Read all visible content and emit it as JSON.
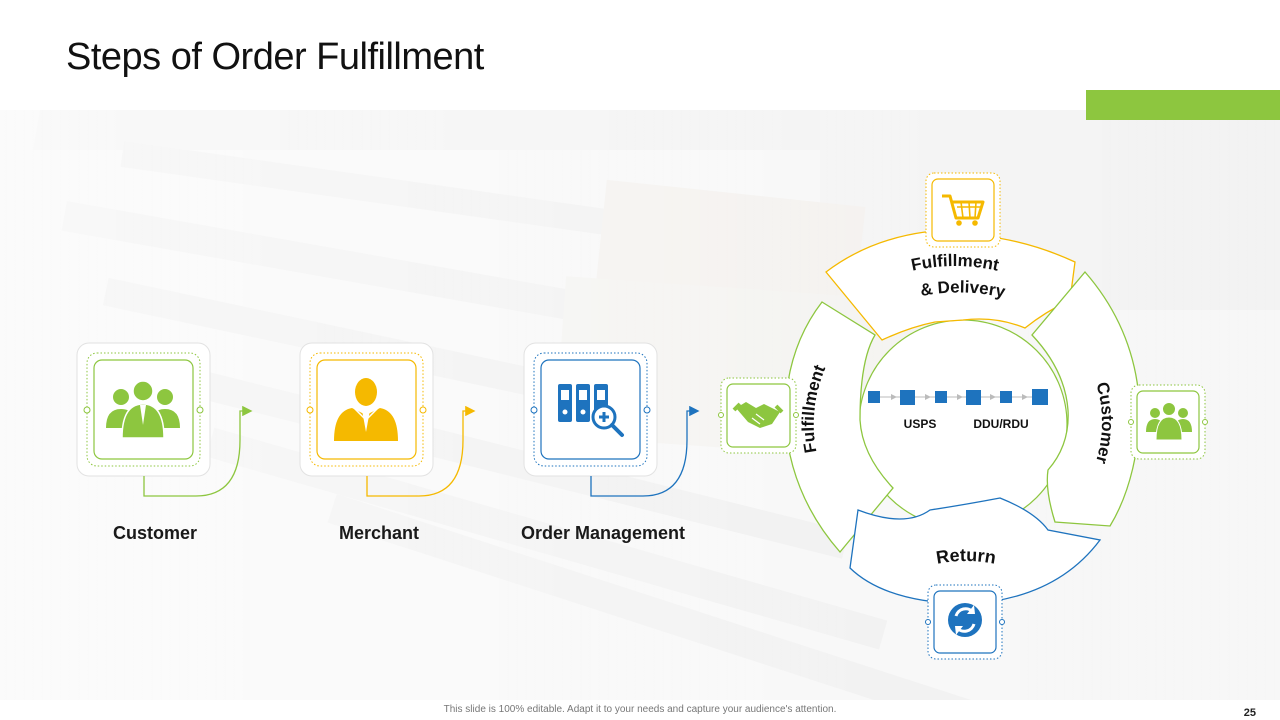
{
  "slide": {
    "title": "Steps of Order Fulfillment",
    "footer": "This slide is 100% editable. Adapt it to your needs and capture your audience's attention.",
    "page_number": "25",
    "accent_color": "#8DC63F"
  },
  "colors": {
    "green": "#8DC63F",
    "yellow": "#F5B900",
    "blue": "#1E73BE",
    "flow_box": "#1E73BE"
  },
  "steps": [
    {
      "label": "Customer",
      "icon": "customer-group-icon",
      "color": "#8DC63F"
    },
    {
      "label": "Merchant",
      "icon": "merchant-person-icon",
      "color": "#F5B900"
    },
    {
      "label": "Order Management",
      "icon": "binders-search-icon",
      "color": "#1E73BE"
    }
  ],
  "cycle": {
    "segments": [
      {
        "label": "Fulfillment",
        "color": "#8DC63F"
      },
      {
        "label_line1": "Fulfillment",
        "label_line2": "& Delivery",
        "color": "#F5B900"
      },
      {
        "label": "Customer",
        "color": "#8DC63F"
      },
      {
        "label": "Return",
        "color": "#1E73BE"
      }
    ],
    "nodes": [
      {
        "icon": "handshake-icon",
        "color": "#8DC63F"
      },
      {
        "icon": "shopping-cart-icon",
        "color": "#F5B900"
      },
      {
        "icon": "customer-group-icon",
        "color": "#8DC63F"
      },
      {
        "icon": "refresh-icon",
        "color": "#1E73BE"
      }
    ],
    "center": {
      "left_label": "USPS",
      "right_label": "DDU/RDU"
    }
  }
}
